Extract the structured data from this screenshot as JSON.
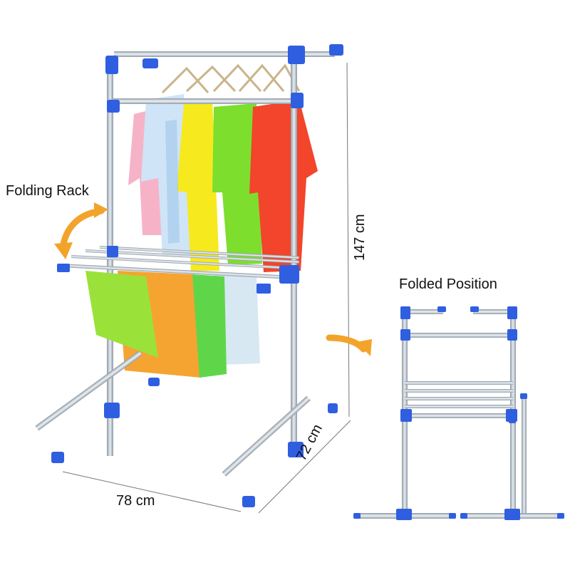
{
  "labels": {
    "folding_rack": "Folding Rack",
    "folded_position": "Folded Position",
    "width": "78 cm",
    "depth": "72 cm",
    "height": "147 cm"
  },
  "colors": {
    "frame_steel": "#b9c3cc",
    "connector_blue": "#2f5fe0",
    "arrow_orange": "#f2a42a",
    "dimension_line": "#777777"
  },
  "clothes_colors": [
    "#f6b3c8",
    "#cfe4f6",
    "#f6ea1e",
    "#7dde2e",
    "#f2452b"
  ],
  "towel_colors": [
    "#9ae23a",
    "#f5a431",
    "#5fd64a",
    "#d7e8f3"
  ]
}
